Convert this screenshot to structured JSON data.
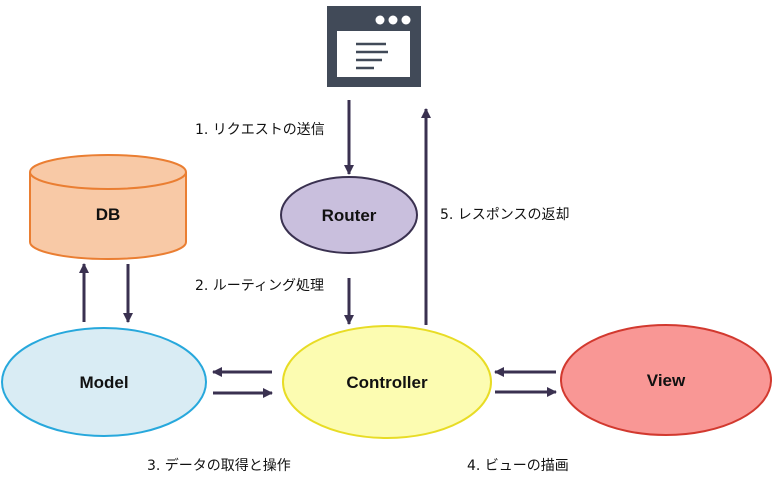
{
  "nodes": {
    "db": {
      "label": "DB",
      "fill": "#f8c9a6",
      "stroke": "#ea7e32"
    },
    "router": {
      "label": "Router",
      "fill": "#c9bfdd",
      "stroke": "#3a3150"
    },
    "model": {
      "label": "Model",
      "fill": "#d9ecf4",
      "stroke": "#27a8dc"
    },
    "controller": {
      "label": "Controller",
      "fill": "#fcfcb1",
      "stroke": "#e8dc25"
    },
    "view": {
      "label": "View",
      "fill": "#f99795",
      "stroke": "#d2392f"
    }
  },
  "browser": {
    "icon": "browser-window-icon",
    "fill": "#414a58"
  },
  "arrow_color": "#3a3150",
  "steps": {
    "request": "1. リクエストの送信",
    "routing": "2. ルーティング処理",
    "data": "3. データの取得と操作",
    "render": "4. ビューの描画",
    "response": "5. レスポンスの返却"
  }
}
